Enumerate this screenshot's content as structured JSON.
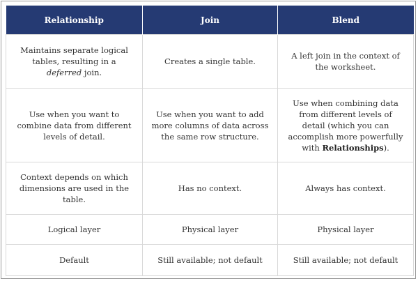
{
  "table": {
    "headers": [
      "Relationship",
      "Join",
      "Blend"
    ],
    "rows": [
      {
        "relationship": {
          "before": "Maintains separate logical tables, resulting in a ",
          "em": "deferred",
          "after": " join."
        },
        "join": "Creates a single table.",
        "blend": "A left join in the context of the worksheet."
      },
      {
        "relationship": "Use when you want to combine data from different levels of detail.",
        "join": "Use when you want to add more columns of data across the same row structure.",
        "blend": {
          "before": "Use when combining data from different levels of detail (which you can accomplish more powerfully with ",
          "strong": "Relationships",
          "after": ")."
        }
      },
      {
        "relationship": "Context depends on which dimensions are used in the table.",
        "join": "Has no context.",
        "blend": "Always has context."
      },
      {
        "relationship": "Logical layer",
        "join": "Physical layer",
        "blend": "Physical layer"
      },
      {
        "relationship": "Default",
        "join": "Still available; not default",
        "blend": "Still available; not default"
      }
    ]
  },
  "colors": {
    "header_bg": "#253a73",
    "header_text": "#ffffff",
    "cell_border": "#d8d8d8",
    "body_text": "#333333"
  }
}
